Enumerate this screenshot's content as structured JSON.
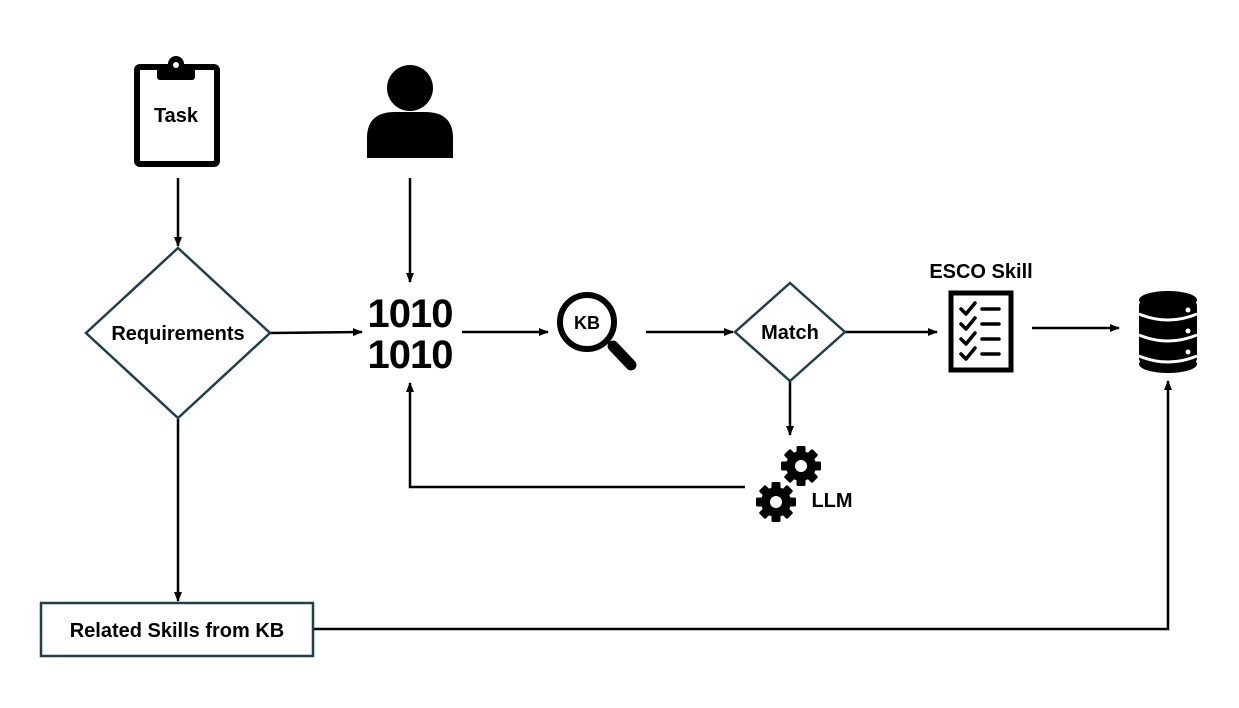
{
  "nodes": {
    "task": {
      "label": "Task",
      "icon": "clipboard-icon"
    },
    "user": {
      "icon": "person-icon"
    },
    "requirements": {
      "label": "Requirements",
      "shape": "diamond",
      "border_color": "#1f3f4f"
    },
    "binary": {
      "line1": "1010",
      "line2": "1010",
      "icon": "binary-data-icon"
    },
    "kb_search": {
      "label": "KB",
      "icon": "magnifier-icon"
    },
    "match": {
      "label": "Match",
      "shape": "diamond",
      "border_color": "#1f3f4f"
    },
    "esco_skill": {
      "label": "ESCO Skill",
      "icon": "checklist-icon"
    },
    "database": {
      "icon": "database-icon"
    },
    "llm": {
      "label": "LLM",
      "icon": "gears-icon"
    },
    "related_skills": {
      "label": "Related Skills from KB",
      "shape": "rectangle",
      "border_color": "#1f3f4f"
    }
  },
  "edges": [
    {
      "from": "task",
      "to": "requirements"
    },
    {
      "from": "user",
      "to": "binary"
    },
    {
      "from": "requirements",
      "to": "binary"
    },
    {
      "from": "binary",
      "to": "kb_search"
    },
    {
      "from": "kb_search",
      "to": "match"
    },
    {
      "from": "match",
      "to": "esco_skill"
    },
    {
      "from": "esco_skill",
      "to": "database"
    },
    {
      "from": "match",
      "to": "llm"
    },
    {
      "from": "llm",
      "to": "binary"
    },
    {
      "from": "requirements",
      "to": "related_skills"
    },
    {
      "from": "related_skills",
      "to": "database"
    }
  ],
  "colors": {
    "stroke": "#000000",
    "shape_border": "#1f3f4f"
  }
}
